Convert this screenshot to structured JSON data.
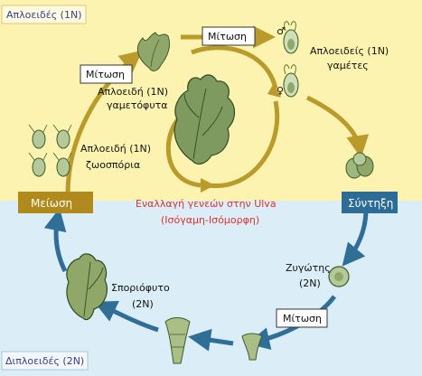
{
  "zones": {
    "haploid": "Απλοειδές (1Ν)",
    "diploid": "Διπλοειδές (2Ν)"
  },
  "phases": {
    "meiosis": "Μείωση",
    "fusion": "Σύντηξη"
  },
  "mitosis_boxes": [
    "Μίτωση",
    "Μίτωση",
    "Μίτωση"
  ],
  "title": {
    "line1": "Εναλλαγή γενεών στην Ulva",
    "line2": "(Ισόγαμη-Ισόμορφη)"
  },
  "stages": {
    "gametophyte_line1": "Απλοειδή (1Ν)",
    "gametophyte_line2": "γαμετόφυτα",
    "gametes_line1": "Απλοειδείς (1Ν)",
    "gametes_line2": "γαμέτες",
    "zoospores_line1": "Απλοειδή (1Ν)",
    "zoospores_line2": "ζωοσπόρια",
    "zygote_line1": "Ζυγώτης",
    "zygote_line2": "(2Ν)",
    "sporophyte_line1": "Σποριόφυτο",
    "sporophyte_line2": "(2Ν)"
  },
  "symbols": {
    "male": "♂",
    "female": "♀"
  },
  "colors": {
    "haploid_bg": "#fdf3b0",
    "diploid_bg": "#dbeef8",
    "haploid_arrow": "#b99a2a",
    "diploid_arrow": "#2f6e96",
    "meiosis_box": "#b08a1c",
    "fusion_box": "#2c6c97",
    "title": "#e0302a"
  }
}
